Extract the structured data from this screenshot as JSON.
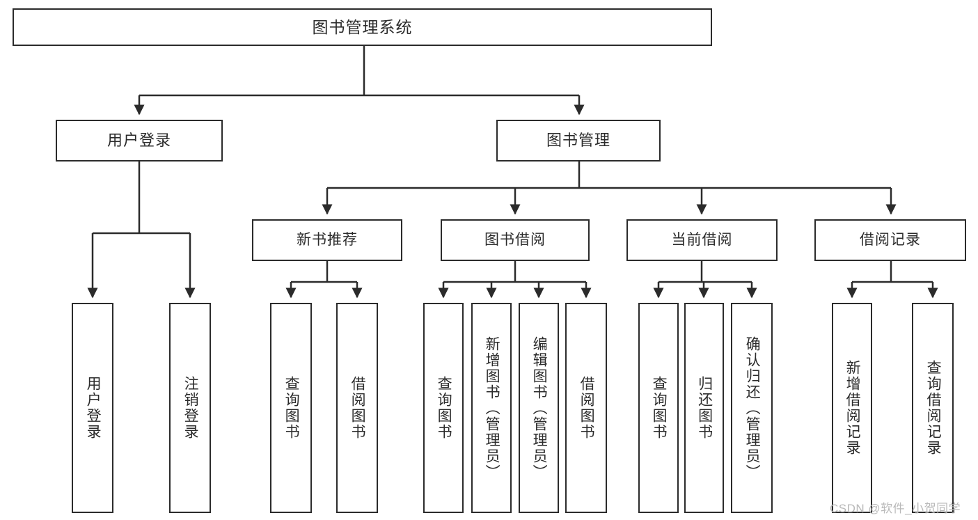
{
  "diagram": {
    "title": "图书管理系统",
    "type": "tree-hierarchy",
    "root": {
      "label": "图书管理系统"
    },
    "level2": [
      {
        "label": "用户登录"
      },
      {
        "label": "图书管理"
      }
    ],
    "level3": [
      {
        "label": "新书推荐"
      },
      {
        "label": "图书借阅"
      },
      {
        "label": "当前借阅"
      },
      {
        "label": "借阅记录"
      }
    ],
    "leaves": [
      {
        "label": "用户登录"
      },
      {
        "label": "注销登录"
      },
      {
        "label": "查询图书"
      },
      {
        "label": "借阅图书"
      },
      {
        "label": "查询图书"
      },
      {
        "label": "新增图书（管理员）"
      },
      {
        "label": "编辑图书（管理员）"
      },
      {
        "label": "借阅图书"
      },
      {
        "label": "查询图书"
      },
      {
        "label": "归还图书"
      },
      {
        "label": "确认归还（管理员）"
      },
      {
        "label": "新增借阅记录"
      },
      {
        "label": "查询借阅记录"
      }
    ],
    "colors": {
      "stroke": "#2b2b2b",
      "fill": "#ffffff",
      "text": "#2b2b2b",
      "watermark": "#b9b9b9"
    }
  },
  "watermark": {
    "text": "CSDN @软件_小贺同学"
  }
}
